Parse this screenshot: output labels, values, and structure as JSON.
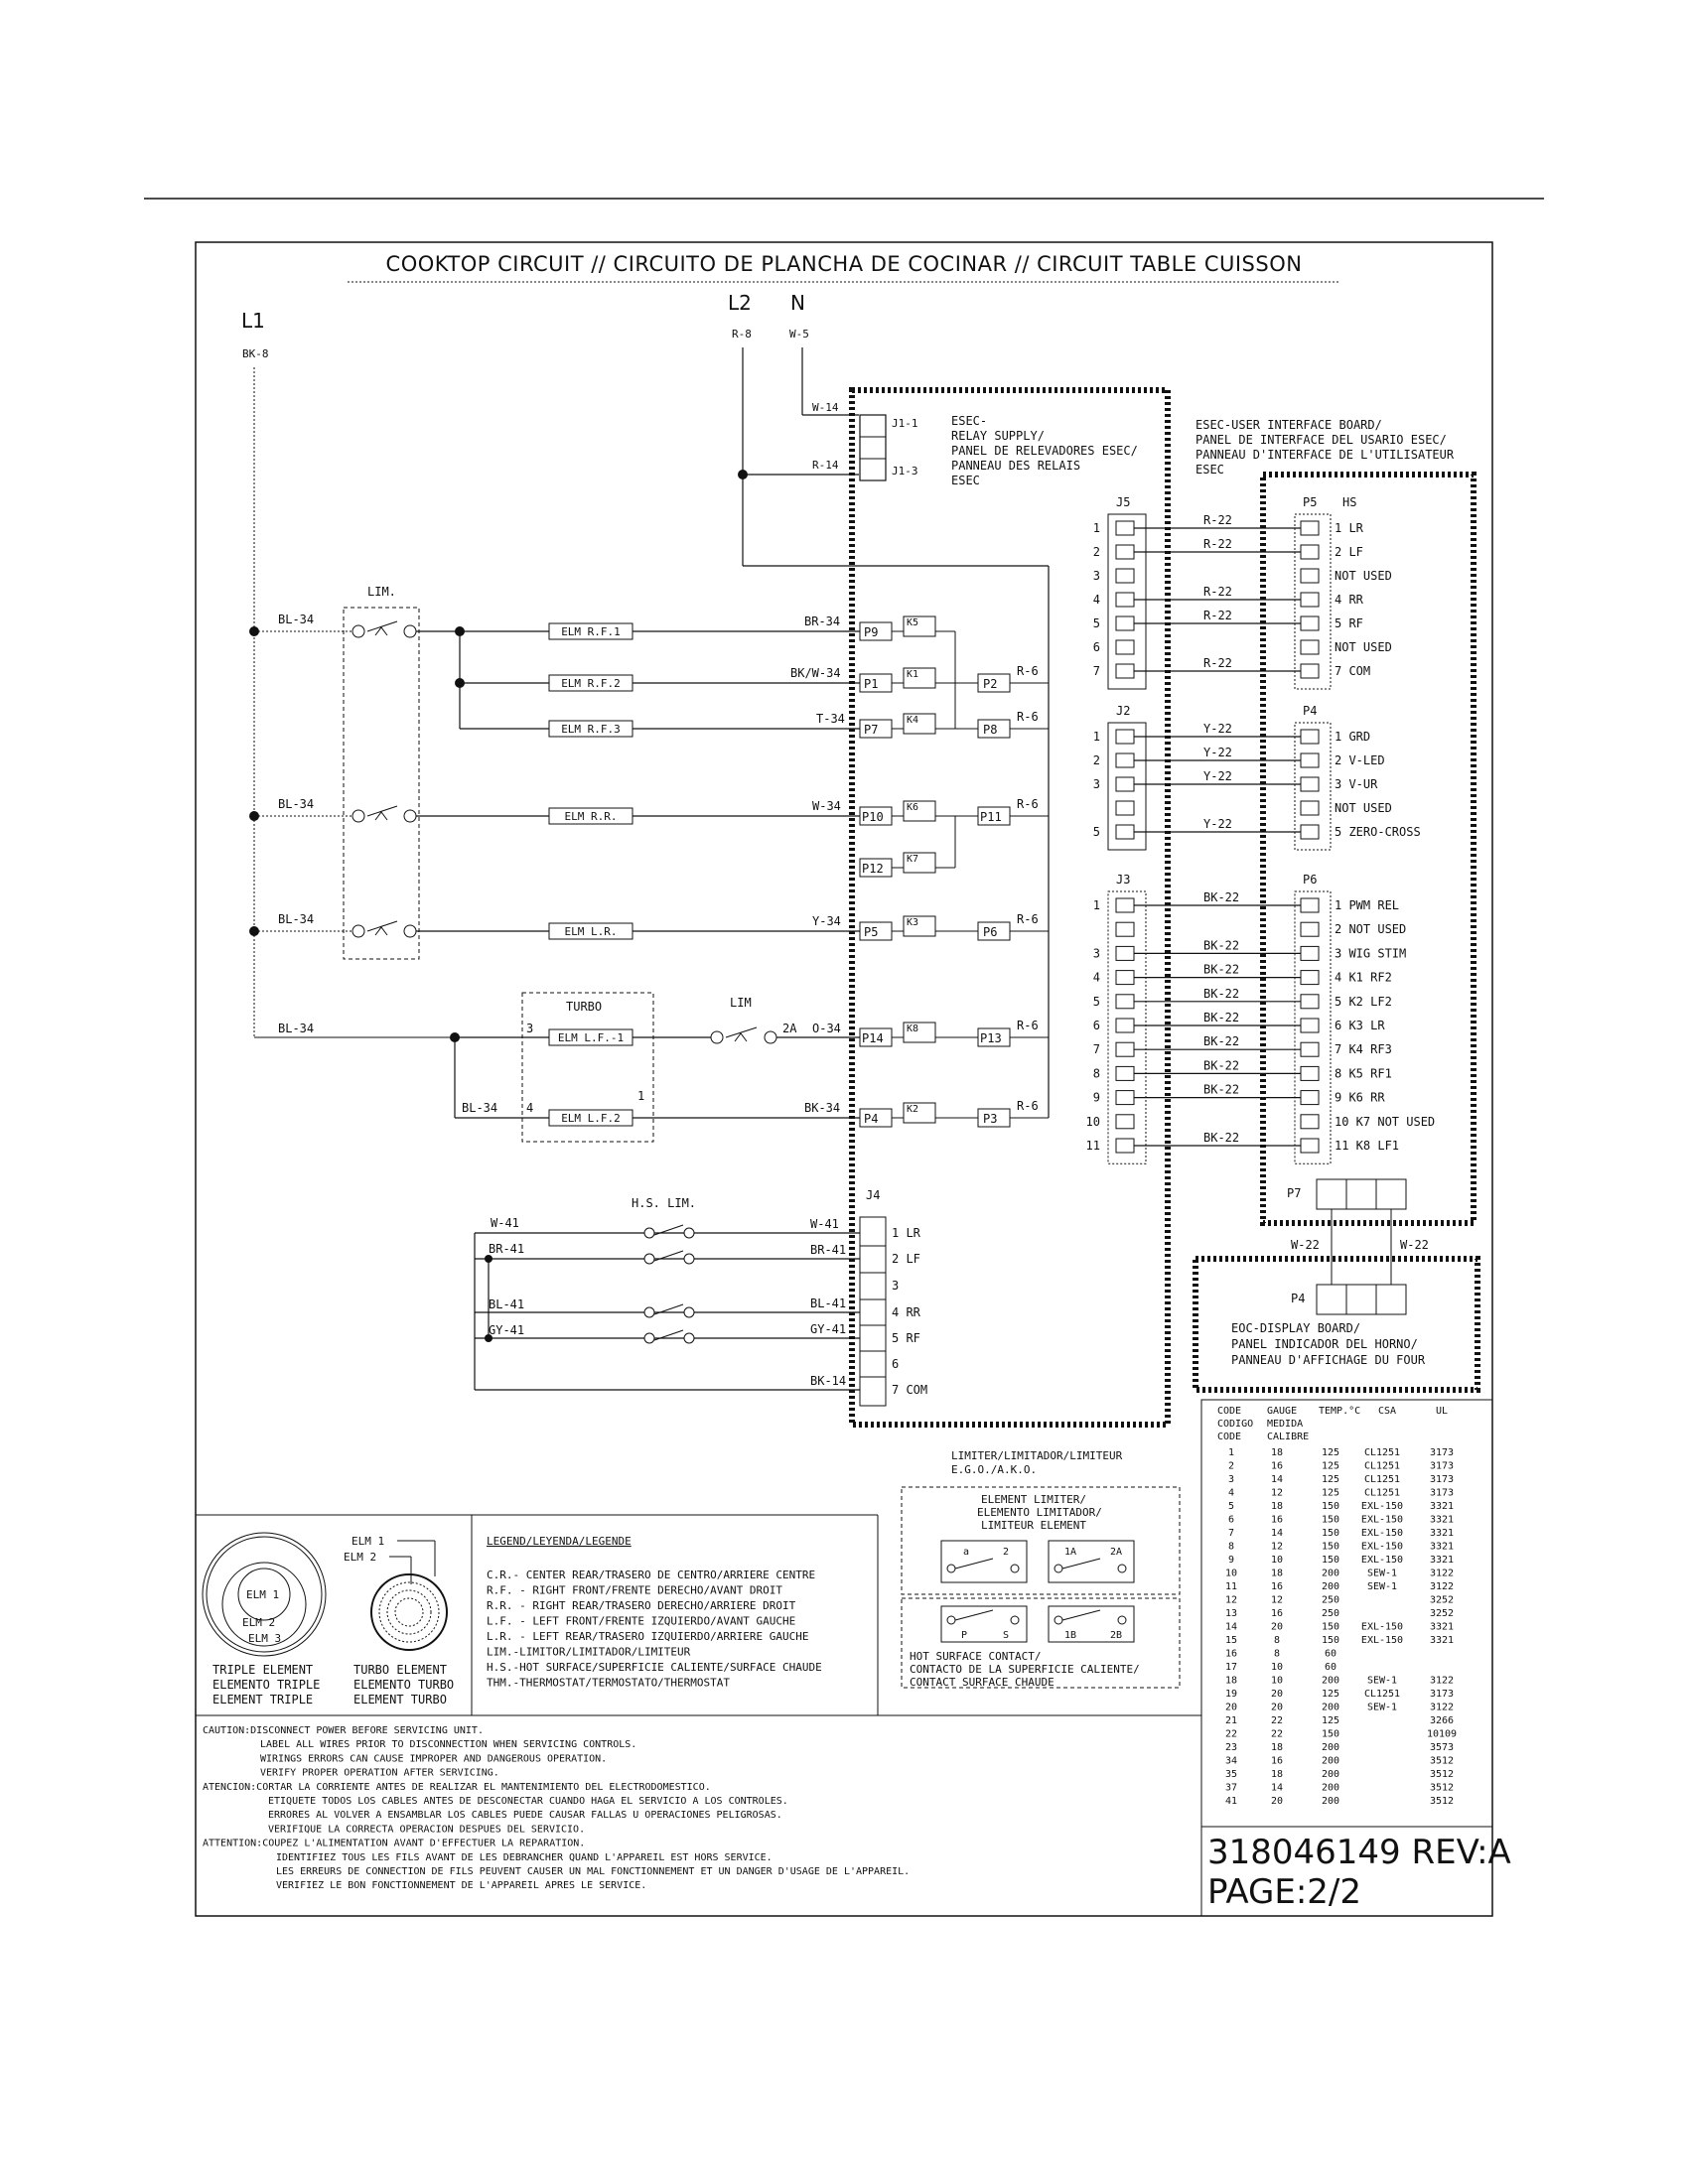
{
  "title": "COOKTOP CIRCUIT // CIRCUITO DE PLANCHA DE COCINAR // CIRCUIT TABLE CUISSON",
  "supply": {
    "l1": "L1",
    "l1_wire": "BK-8",
    "l2": "L2",
    "l2_wire": "R-8",
    "n": "N",
    "n_wire": "W-5"
  },
  "relay_board": {
    "label": [
      "ESEC-",
      "RELAY SUPPLY/",
      "PANEL DE RELEVADORES ESEC/",
      "PANNEAU DES RELAIS",
      "ESEC"
    ],
    "j1_1": "J1-1",
    "j1_3": "J1-3",
    "w14": "W-14",
    "r14": "R-14"
  },
  "ui_board": {
    "label": [
      "ESEC-USER INTERFACE BOARD/",
      "PANEL DE INTERFACE DEL USARIO ESEC/",
      "PANNEAU D'INTERFACE DE L'UTILISATEUR",
      "ESEC"
    ]
  },
  "display_board": {
    "label": [
      "EOC-DISPLAY BOARD/",
      "PANEL INDICADOR DEL HORNO/",
      "PANNEAU D'AFFICHAGE DU FOUR"
    ],
    "p7": "P7",
    "p4": "P4",
    "w22a": "W-22",
    "w22b": "W-22"
  },
  "elements": {
    "lim": "LIM.",
    "bl34": [
      "BL-34",
      "BL-34",
      "BL-34",
      "BL-34",
      "BL-34"
    ],
    "rf1": "ELM R.F.1",
    "rf2": "ELM R.F.2",
    "rf3": "ELM R.F.3",
    "rr": "ELM R.R.",
    "lr": "ELM L.R.",
    "lf1": "ELM L.F.-1",
    "lf2": "ELM L.F.2",
    "turbo": "TURBO",
    "lim2": "LIM",
    "two_a": "2A",
    "n3": "3",
    "n4": "4",
    "n1": "1",
    "w_br34": "BR-34",
    "w_bkw34": "BK/W-34",
    "w_t34": "T-34",
    "w_w34": "W-34",
    "w_y34": "Y-34",
    "w_o34": "O-34",
    "w_bk34": "BK-34",
    "p9": "P9",
    "p1": "P1",
    "p2": "P2",
    "p7": "P7",
    "p8": "P8",
    "p10": "P10",
    "p11": "P11",
    "p12": "P12",
    "p5": "P5",
    "p6": "P6",
    "p14": "P14",
    "p13": "P13",
    "p4": "P4",
    "p3": "P3",
    "k5": "K5",
    "k1": "K1",
    "k4": "K4",
    "k6": "K6",
    "k7": "K7",
    "k3": "K3",
    "k8": "K8",
    "k2": "K2",
    "r6": [
      "R-6",
      "R-6",
      "R-6",
      "R-6",
      "R-6",
      "R-6"
    ]
  },
  "hs_lim": {
    "label": "H.S. LIM.",
    "j4": "J4",
    "wires_left": [
      "W-41",
      "BR-41",
      "BL-41",
      "GY-41"
    ],
    "wires_right": [
      "W-41",
      "BR-41",
      "BL-41",
      "GY-41",
      "BK-14"
    ],
    "pins": [
      "1 LR",
      "2 LF",
      "3",
      "4 RR",
      "5 RF",
      "6",
      "7 COM"
    ]
  },
  "j5": {
    "name": "J5",
    "pname": "P5",
    "pname2": "HS",
    "nums": [
      "1",
      "2",
      "3",
      "4",
      "5",
      "6",
      "7"
    ],
    "wires": [
      "R-22",
      "R-22",
      "",
      "R-22",
      "R-22",
      "",
      "R-22"
    ],
    "labels": [
      "1 LR",
      "2 LF",
      "NOT USED",
      "4 RR",
      "5 RF",
      "NOT USED",
      "7 COM"
    ]
  },
  "j2": {
    "name": "J2",
    "pname": "P4",
    "nums": [
      "1",
      "2",
      "3",
      "",
      "5"
    ],
    "wires": [
      "Y-22",
      "Y-22",
      "Y-22",
      "",
      "Y-22"
    ],
    "labels": [
      "1 GRD",
      "2 V-LED",
      "3 V-UR",
      "NOT USED",
      "5 ZERO-CROSS"
    ]
  },
  "j3": {
    "name": "J3",
    "pname": "P6",
    "nums": [
      "1",
      "",
      "3",
      "4",
      "5",
      "6",
      "7",
      "8",
      "9",
      "10",
      "11"
    ],
    "wires": [
      "BK-22",
      "",
      "BK-22",
      "BK-22",
      "BK-22",
      "BK-22",
      "BK-22",
      "BK-22",
      "BK-22",
      "",
      "BK-22"
    ],
    "labels": [
      "1 PWM REL",
      "2 NOT USED",
      "3 WIG STIM",
      "4 K1 RF2",
      "5 K2 LF2",
      "6 K3 LR",
      "7 K4 RF3",
      "8 K5 RF1",
      "9 K6 RR",
      "10 K7 NOT USED",
      "11 K8 LF1"
    ]
  },
  "limiter": {
    "title": [
      "LIMITER/LIMITADOR/LIMITEUR",
      "E.G.O./A.K.O."
    ],
    "element": [
      "ELEMENT LIMITER/",
      "ELEMENTO LIMITADOR/",
      "LIMITEUR ELEMENT"
    ],
    "contact": [
      "HOT SURFACE CONTACT/",
      "CONTACTO DE LA SUPERFICIE CALIENTE/",
      "CONTACT SURFACE CHAUDE"
    ],
    "pins_a": [
      "a",
      "2",
      "P",
      "S"
    ],
    "pins_b": [
      "1A",
      "2A",
      "1B",
      "2B"
    ]
  },
  "element_icons": {
    "triple": [
      "TRIPLE ELEMENT",
      "ELEMENTO TRIPLE",
      "ELEMENT TRIPLE"
    ],
    "triple_rings": [
      "ELM 1",
      "ELM 2",
      "ELM 3"
    ],
    "turbo": [
      "TURBO ELEMENT",
      "ELEMENTO TURBO",
      "ELEMENT TURBO"
    ],
    "turbo_rings": [
      "ELM 1",
      "ELM 2"
    ]
  },
  "legend": {
    "title": "LEGEND/LEYENDA/LEGENDE",
    "lines": [
      "C.R.- CENTER REAR/TRASERO DE CENTRO/ARRIERE CENTRE",
      "R.F. - RIGHT FRONT/FRENTE DERECHO/AVANT DROIT",
      "R.R. - RIGHT REAR/TRASERO DERECHO/ARRIERE DROIT",
      "L.F. - LEFT FRONT/FRENTE IZQUIERDO/AVANT GAUCHE",
      "L.R. - LEFT REAR/TRASERO IZQUIERDO/ARRIERE GAUCHE",
      "LIM.-LIMITOR/LIMITADOR/LIMITEUR",
      "H.S.-HOT SURFACE/SUPERFICIE CALIENTE/SURFACE CHAUDE",
      "THM.-THERMOSTAT/TERMOSTATO/THERMOSTAT"
    ]
  },
  "caution": {
    "lines": [
      "CAUTION:DISCONNECT POWER BEFORE SERVICING UNIT.",
      "LABEL ALL WIRES PRIOR TO DISCONNECTION WHEN SERVICING CONTROLS.",
      "WIRINGS ERRORS CAN CAUSE IMPROPER AND DANGEROUS OPERATION.",
      "VERIFY PROPER OPERATION AFTER SERVICING.",
      "ATENCION:CORTAR LA CORRIENTE ANTES DE REALIZAR EL MANTENIMIENTO DEL ELECTRODOMESTICO.",
      "ETIQUETE TODOS LOS CABLES ANTES DE DESCONECTAR CUANDO HAGA EL SERVICIO A LOS CONTROLES.",
      "ERRORES AL VOLVER A ENSAMBLAR LOS CABLES PUEDE CAUSAR FALLAS U OPERACIONES PELIGROSAS.",
      "VERIFIQUE LA CORRECTA OPERACION DESPUES DEL SERVICIO.",
      "ATTENTION:COUPEZ L'ALIMENTATION AVANT D'EFFECTUER LA REPARATION.",
      "IDENTIFIEZ TOUS LES FILS AVANT DE LES DEBRANCHER QUAND L'APPAREIL EST HORS SERVICE.",
      "LES ERREURS DE CONNECTION DE FILS PEUVENT CAUSER UN MAL FONCTIONNEMENT ET UN DANGER D'USAGE DE L'APPAREIL.",
      "VERIFIEZ LE BON FONCTIONNEMENT DE L'APPAREIL APRES LE SERVICE."
    ]
  },
  "wire_table": {
    "headers": [
      [
        "CODE",
        "CODIGO",
        "CODE"
      ],
      [
        "GAUGE",
        "MEDIDA",
        "CALIBRE"
      ],
      [
        "TEMP.°C"
      ],
      [
        "CSA"
      ],
      [
        "UL"
      ]
    ],
    "rows": [
      [
        "1",
        "18",
        "125",
        "CL1251",
        "3173"
      ],
      [
        "2",
        "16",
        "125",
        "CL1251",
        "3173"
      ],
      [
        "3",
        "14",
        "125",
        "CL1251",
        "3173"
      ],
      [
        "4",
        "12",
        "125",
        "CL1251",
        "3173"
      ],
      [
        "5",
        "18",
        "150",
        "EXL-150",
        "3321"
      ],
      [
        "6",
        "16",
        "150",
        "EXL-150",
        "3321"
      ],
      [
        "7",
        "14",
        "150",
        "EXL-150",
        "3321"
      ],
      [
        "8",
        "12",
        "150",
        "EXL-150",
        "3321"
      ],
      [
        "9",
        "10",
        "150",
        "EXL-150",
        "3321"
      ],
      [
        "10",
        "18",
        "200",
        "SEW-1",
        "3122"
      ],
      [
        "11",
        "16",
        "200",
        "SEW-1",
        "3122"
      ],
      [
        "12",
        "12",
        "250",
        "",
        "3252"
      ],
      [
        "13",
        "16",
        "250",
        "",
        "3252"
      ],
      [
        "14",
        "20",
        "150",
        "EXL-150",
        "3321"
      ],
      [
        "15",
        "8",
        "150",
        "EXL-150",
        "3321"
      ],
      [
        "16",
        "8",
        "60",
        "",
        ""
      ],
      [
        "17",
        "10",
        "60",
        "",
        ""
      ],
      [
        "18",
        "10",
        "200",
        "SEW-1",
        "3122"
      ],
      [
        "19",
        "20",
        "125",
        "CL1251",
        "3173"
      ],
      [
        "20",
        "20",
        "200",
        "SEW-1",
        "3122"
      ],
      [
        "21",
        "22",
        "125",
        "",
        "3266"
      ],
      [
        "22",
        "22",
        "150",
        "",
        "10109"
      ],
      [
        "23",
        "18",
        "200",
        "",
        "3573"
      ],
      [
        "34",
        "16",
        "200",
        "",
        "3512"
      ],
      [
        "35",
        "18",
        "200",
        "",
        "3512"
      ],
      [
        "37",
        "14",
        "200",
        "",
        "3512"
      ],
      [
        "41",
        "20",
        "200",
        "",
        "3512"
      ]
    ]
  },
  "doc": {
    "number": "318046149 REV:A",
    "page": "PAGE:2/2"
  }
}
